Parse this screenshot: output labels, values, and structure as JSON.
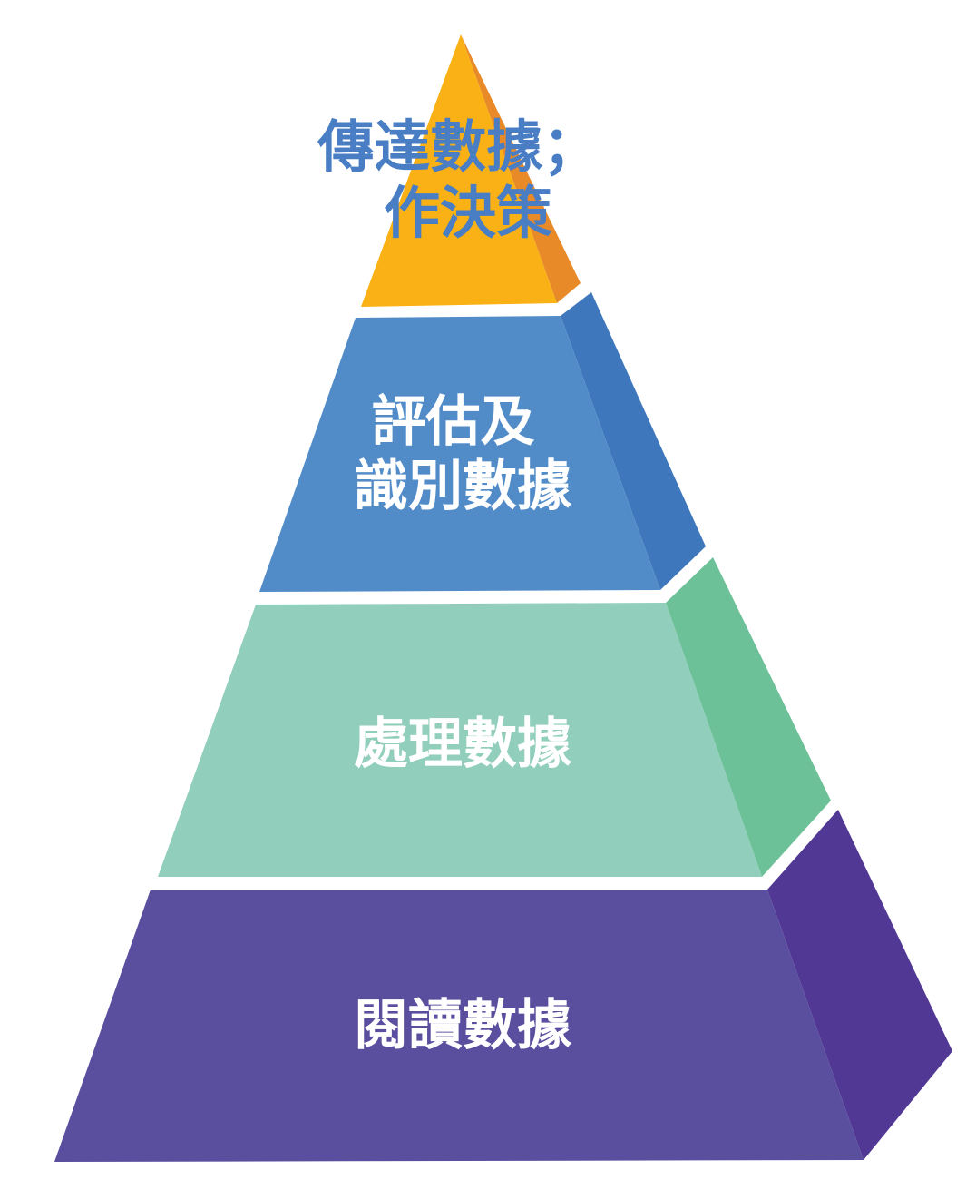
{
  "diagram": {
    "levels": [
      {
        "id": "level-4",
        "lines": [
          "傳達數據；",
          "作決策"
        ],
        "front_color": "#F9B115",
        "side_color": "#E88A27",
        "text_color": "#4A7EC4"
      },
      {
        "id": "level-3",
        "lines": [
          "評估及",
          "識別數據"
        ],
        "front_color": "#518CC9",
        "side_color": "#3F77BC",
        "text_color": "#FFFFFF"
      },
      {
        "id": "level-2",
        "lines": [
          "處理數據"
        ],
        "front_color": "#91CEBB",
        "side_color": "#6CC198",
        "text_color": "#FFFFFF"
      },
      {
        "id": "level-1",
        "lines": [
          "閱讀數據"
        ],
        "front_color": "#5A4F9F",
        "side_color": "#513894",
        "text_color": "#FFFFFF"
      }
    ]
  }
}
